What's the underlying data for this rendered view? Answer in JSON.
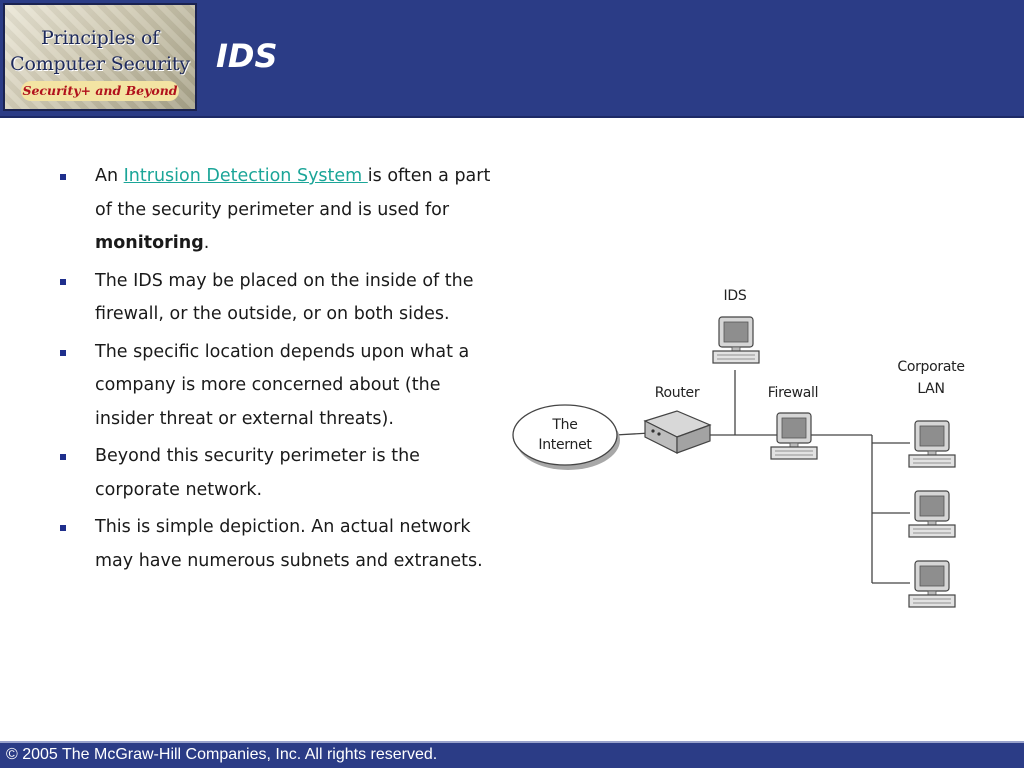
{
  "header": {
    "logo_line1": "Principles of",
    "logo_line2": "Computer Security",
    "logo_tagline": "Security+ and Beyond",
    "title": "IDS",
    "bg_color": "#2b3c86"
  },
  "bullets": [
    {
      "pre": "An ",
      "link": "Intrusion Detection System ",
      "mid": "is often a part of the security perimeter and is used for ",
      "bold": "monitoring",
      "post": "."
    },
    {
      "text": "The IDS may be placed on the inside of the firewall, or the outside, or on both sides."
    },
    {
      "text": "The specific location depends upon what a company is more concerned about (the insider threat or external threats)."
    },
    {
      "text": "Beyond this security perimeter is the corporate network."
    },
    {
      "text": "This is simple depiction. An actual network may have numerous subnets and extranets."
    }
  ],
  "diagram": {
    "labels": {
      "ids": "IDS",
      "router": "Router",
      "firewall": "Firewall",
      "corp_line1": "Corporate",
      "corp_line2": "LAN",
      "internet_line1": "The",
      "internet_line2": "Internet"
    }
  },
  "footer": {
    "text": "© 2005 The McGraw-Hill Companies, Inc. All rights reserved."
  },
  "colors": {
    "link": "#1ba598",
    "bullet": "#1f2f8c"
  }
}
